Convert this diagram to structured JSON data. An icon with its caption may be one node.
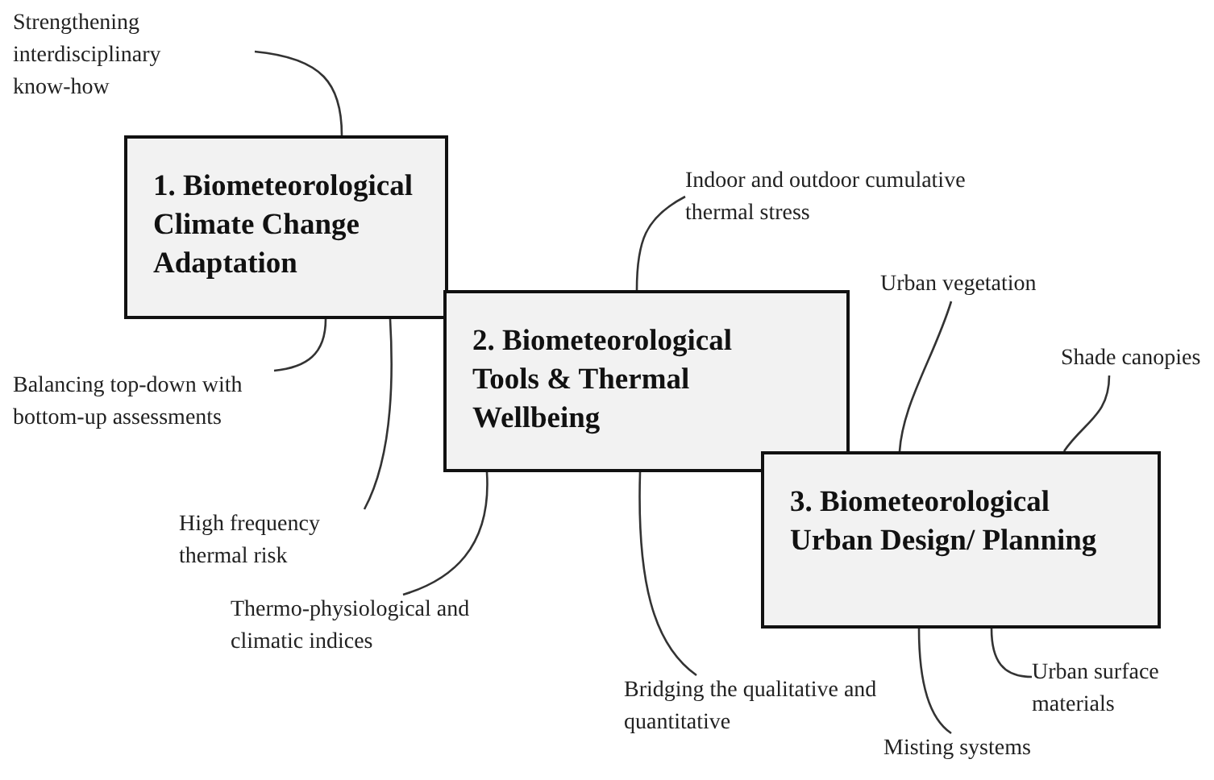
{
  "diagram": {
    "nodes": [
      {
        "text": [
          "1. Biometeorological Climate Change Adaptation"
        ]
      },
      {
        "text": [
          "2. Biometeorological Tools & Thermal Wellbeing"
        ]
      },
      {
        "text": [
          "3. Biometeorological Urban Design/ Planning"
        ]
      },
      {
        "text": [
          "Strengthening interdisciplinary know-how"
        ]
      },
      {
        "text": [
          "Indoor and outdoor cumulative thermal stress"
        ]
      },
      {
        "text": [
          "Urban vegetation"
        ]
      },
      {
        "text": [
          "Shade canopies"
        ]
      },
      {
        "text": [
          "Balancing top-down with bottom-up assessments"
        ]
      },
      {
        "text": [
          "High frequency thermal risk"
        ]
      },
      {
        "text": [
          "Thermo-physiological and climatic indices"
        ]
      },
      {
        "text": [
          "Bridging the qualitative and quantitative"
        ]
      },
      {
        "text": [
          "Urban surface materials"
        ]
      },
      {
        "text": [
          "Misting systems"
        ]
      }
    ],
    "edges": [
      {
        "from": 3,
        "to": 0,
        "arrow": "none"
      },
      {
        "from": 4,
        "to": 1,
        "arrow": "none"
      },
      {
        "from": 5,
        "to": 2,
        "arrow": "none"
      },
      {
        "from": 6,
        "to": 2,
        "arrow": "none"
      },
      {
        "from": 7,
        "to": 0,
        "arrow": "none"
      },
      {
        "from": 8,
        "to": 0,
        "arrow": "none"
      },
      {
        "from": 9,
        "to": 1,
        "arrow": "none"
      },
      {
        "from": 10,
        "to": 1,
        "arrow": "none"
      },
      {
        "from": 12,
        "to": 2,
        "arrow": "none"
      },
      {
        "from": 11,
        "to": 2,
        "arrow": "none"
      }
    ]
  }
}
